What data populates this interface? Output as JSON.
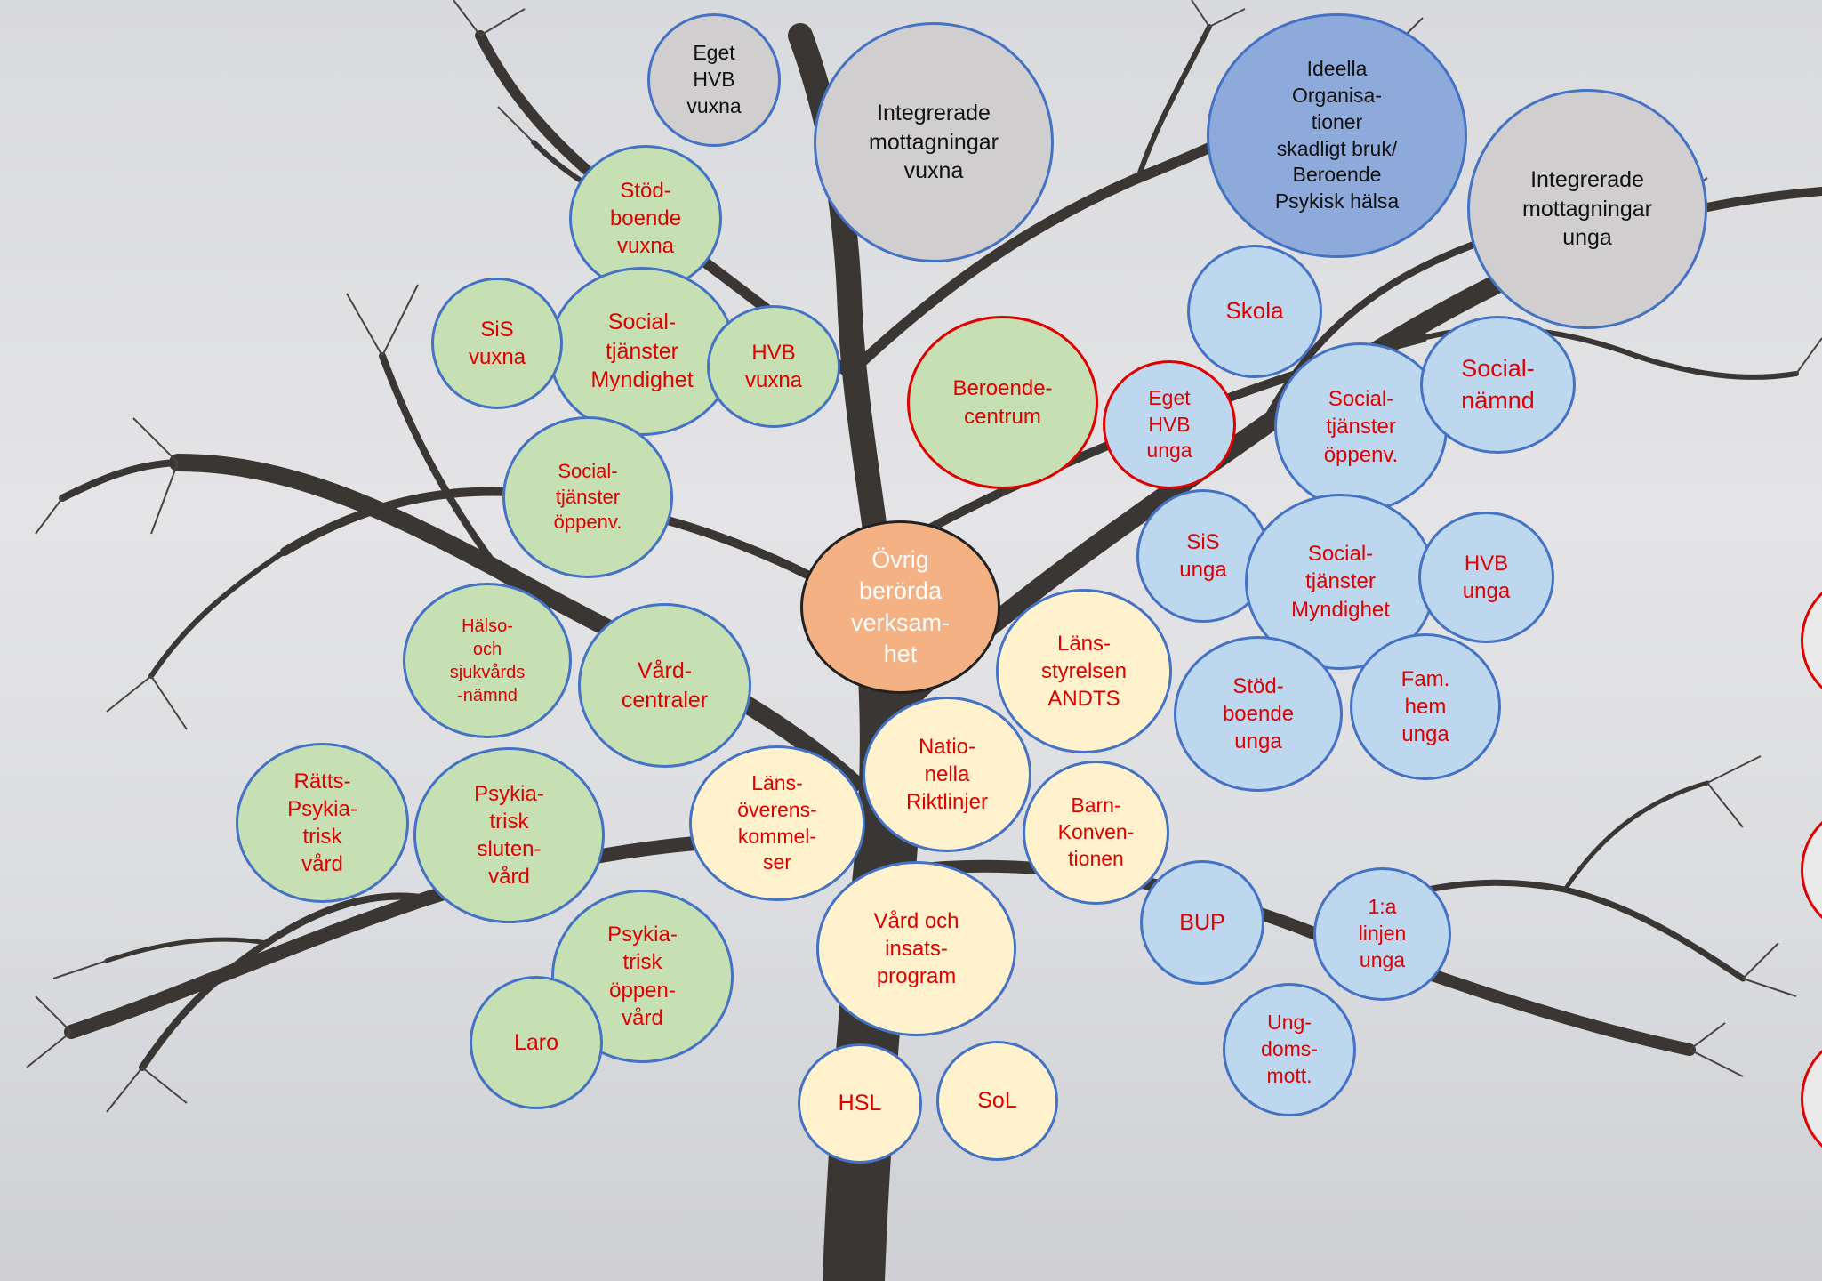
{
  "nodes": {
    "eget_hvb_vuxna": "Eget\nHVB\nvuxna",
    "integrerade_vuxna": "Integrerade\nmottagningar\nvuxna",
    "ideella": "Ideella\nOrganisa-\ntioner\nskadligt bruk/\nBeroende\nPsykisk hälsa",
    "integrerade_unga": "Integrerade\nmottagningar\nunga",
    "stodboende_vuxna": "Stöd-\nboende\nvuxna",
    "sis_vuxna": "SiS\nvuxna",
    "social_myndighet_vuxna": "Social-\ntjänster\nMyndighet",
    "hvb_vuxna": "HVB\nvuxna",
    "social_oppenv_vuxna": "Social-\ntjänster\nöppenv.",
    "beroendecentrum": "Beroende-\ncentrum",
    "eget_hvb_unga": "Eget\nHVB\nunga",
    "skola": "Skola",
    "socialnamnd": "Social-\nnämnd",
    "social_oppenv_unga": "Social-\ntjänster\nöppenv.",
    "ovrig": "Övrig\nberörda\nverksam-\nhet",
    "sis_unga": "SiS\nunga",
    "social_myndighet_unga": "Social-\ntjänster\nMyndighet",
    "hvb_unga": "HVB\nunga",
    "halso_sjukvard": "Hälso-\noch\nsjukvårds\n-nämnd",
    "vardcentraler": "Vård-\ncentraler",
    "lansstyrelsen": "Läns-\nstyrelsen\nANDTS",
    "stodboende_unga": "Stöd-\nboende\nunga",
    "famhem_unga": "Fam.\nhem\nunga",
    "nationella": "Natio-\nnella\nRiktlinjer",
    "ratts_psykiatrisk": "Rätts-\nPsykia-\ntrisk\nvård",
    "psykiatrisk_sluten": "Psykia-\ntrisk\nsluten-\nvård",
    "lansoverens": "Läns-\növerens-\nkommel-\nser",
    "barnkonventionen": "Barn-\nKonven-\ntionen",
    "bup": "BUP",
    "forsta_linjen": "1:a\nlinjen\nunga",
    "psykiatrisk_oppen": "Psykia-\ntrisk\nöppen-\nvård",
    "vard_insats": "Vård och\ninsats-\nprogram",
    "laro": "Laro",
    "ungdomsmott": "Ung-\ndoms-\nmott.",
    "hsl": "HSL",
    "sol": "SoL"
  },
  "colors": {
    "green_fill": "#c6e0b4",
    "blue_fill": "#bdd7ee",
    "yellow_fill": "#fff2cc",
    "grey_fill": "#d0cece",
    "dark_blue_fill": "#8eaadb",
    "salmon_fill": "#f4b183",
    "border_blue": "#4472c4",
    "text_red": "#e00000"
  }
}
